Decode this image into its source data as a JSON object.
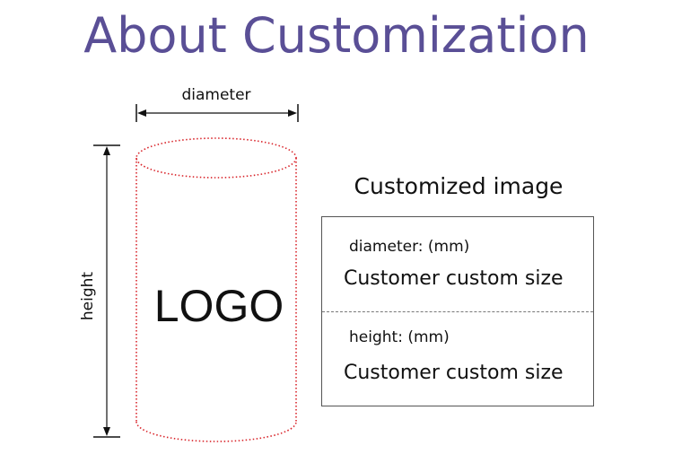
{
  "title": "About Customization",
  "diagram": {
    "diameter_label": "diameter",
    "height_label": "height",
    "logo_text": "LOGO",
    "outline_color": "#d9262c",
    "title_color": "#5a4f96"
  },
  "spec": {
    "heading": "Customized image",
    "rows": [
      {
        "label": "diameter: (mm)",
        "value": "Customer custom size"
      },
      {
        "label": "height: (mm)",
        "value": "Customer custom size"
      }
    ]
  }
}
